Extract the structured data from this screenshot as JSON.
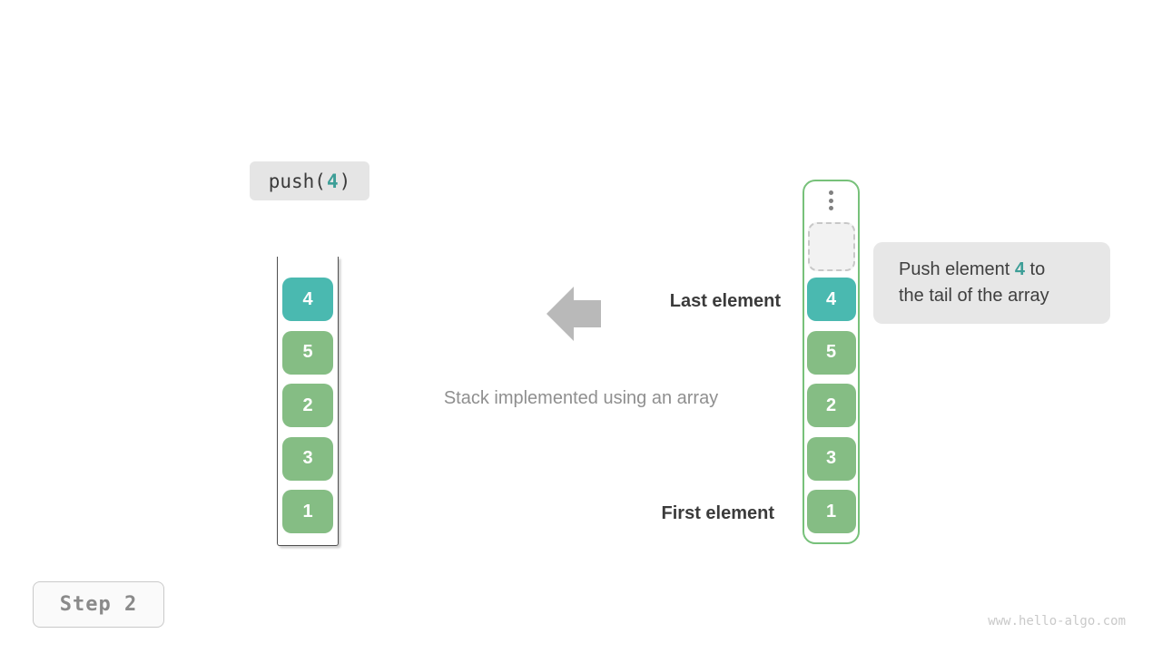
{
  "operation": {
    "prefix": "push(",
    "arg": "4",
    "suffix": ")"
  },
  "left_stack": {
    "values": [
      {
        "label": "4",
        "highlight": true
      },
      {
        "label": "5",
        "highlight": false
      },
      {
        "label": "2",
        "highlight": false
      },
      {
        "label": "3",
        "highlight": false
      },
      {
        "label": "1",
        "highlight": false
      }
    ]
  },
  "right_stack": {
    "has_ellipsis": true,
    "has_empty_slot": true,
    "values": [
      {
        "label": "4",
        "highlight": true
      },
      {
        "label": "5",
        "highlight": false
      },
      {
        "label": "2",
        "highlight": false
      },
      {
        "label": "3",
        "highlight": false
      },
      {
        "label": "1",
        "highlight": false
      }
    ]
  },
  "labels": {
    "last_element": "Last element",
    "first_element": "First element",
    "caption": "Stack implemented using an array"
  },
  "callout": {
    "line1_prefix": "Push element ",
    "arg": "4",
    "line1_suffix": " to",
    "line2": "the tail of the array"
  },
  "step_badge": "Step 2",
  "watermark": "www.hello-algo.com",
  "colors": {
    "teal": "#4ab9b0",
    "teal-text": "#3d9e97",
    "green": "#85bd84",
    "green-border": "#77c17a",
    "arrow": "#b9b9b9",
    "pill-bg": "#e5e5e5",
    "callout-bg": "#e7e7e7",
    "text-dark": "#3b3b3b",
    "text-gray": "#8f8f8f"
  }
}
